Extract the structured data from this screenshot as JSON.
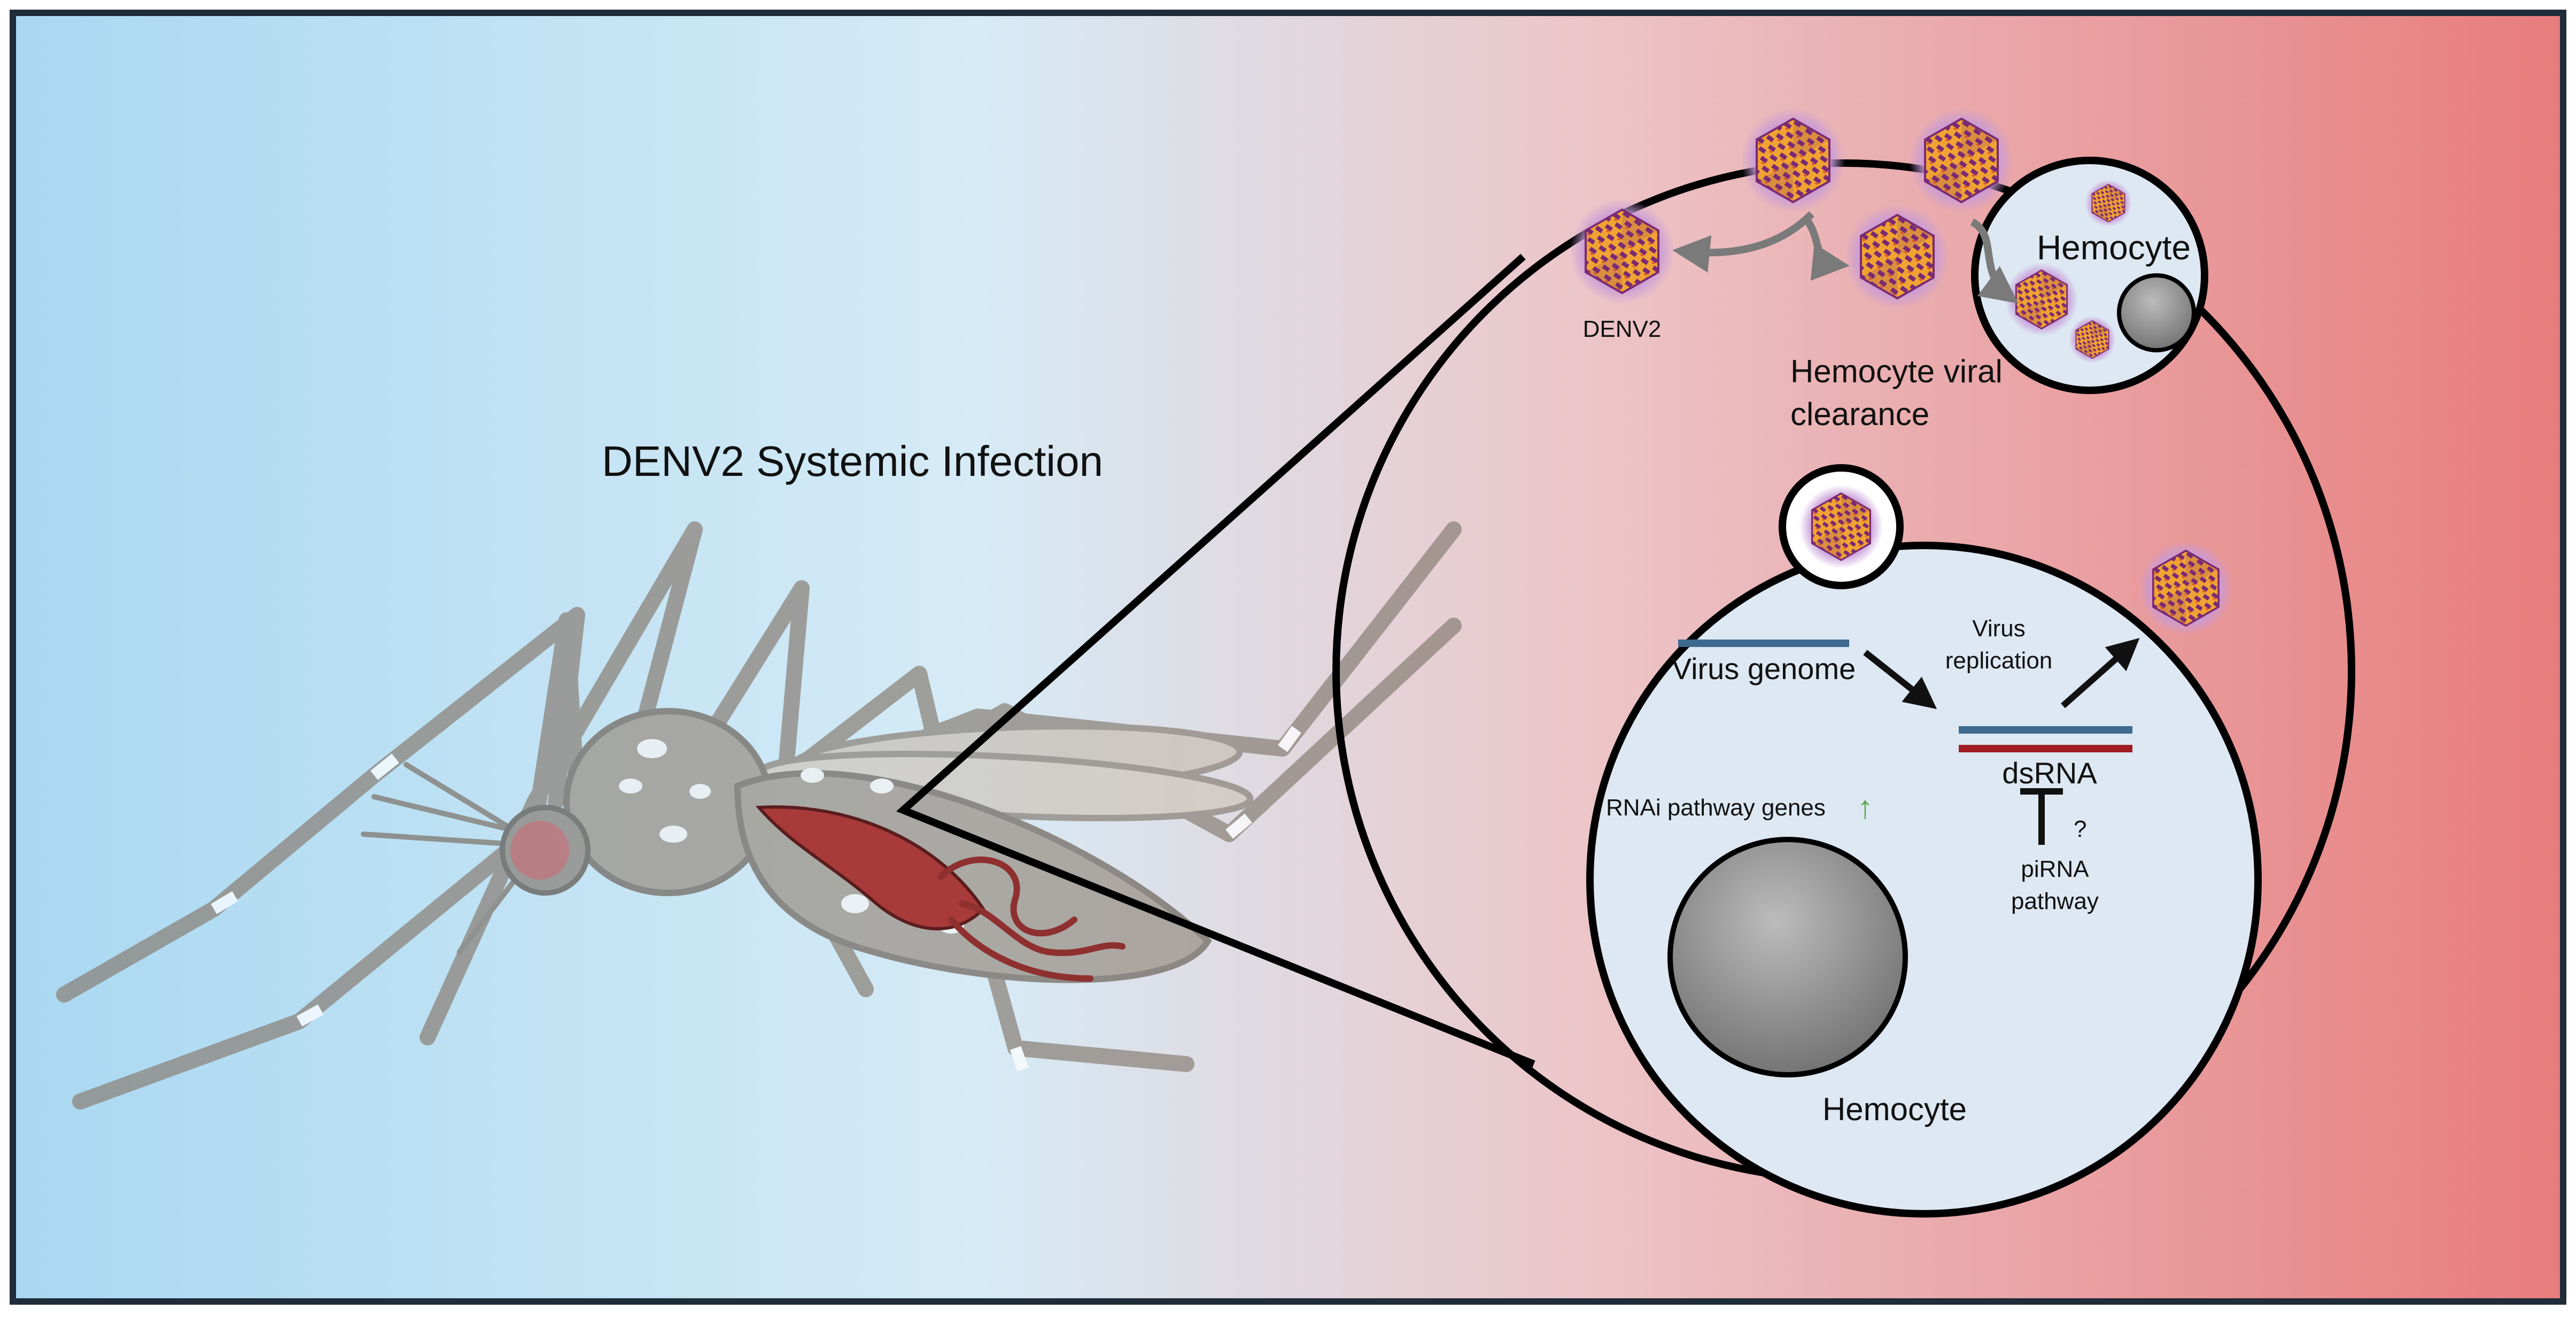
{
  "figure": {
    "title": "DENV2 Systemic Infection",
    "virus_label": "DENV2",
    "hemocyte_small_label": "Hemocyte",
    "clearance_label_line1": "Hemocyte viral",
    "clearance_label_line2": "clearance",
    "genome_label": "Virus genome",
    "replication_label_line1": "Virus",
    "replication_label_line2": "replication",
    "dsrna_label": "dsRNA",
    "rnai_label": "RNAi pathway genes",
    "rnai_arrow": "↑",
    "question_mark": "?",
    "pirna_label_line1": "piRNA",
    "pirna_label_line2": "pathway",
    "hemocyte_large_label": "Hemocyte"
  },
  "colors": {
    "background_left": "#a9d8f1",
    "background_mid": "#d6ebf6",
    "background_right": "#e77c7c",
    "frame": "#1f2c3a",
    "virus_orange": "#f0a332",
    "virus_purple": "#7a2a73",
    "virus_glow": "#c79ad8",
    "hemocyte_fill": "#dde8f3",
    "nucleus": "#808080",
    "genome_blue": "#3d6a8e",
    "genome_red": "#a11c22",
    "up_arrow_green": "#5aa84a",
    "mosquito_body": "#9a9085",
    "mosquito_gut": "#a83a3a"
  },
  "icons": {
    "virus": "denv2-virion-icon",
    "mosquito": "aedes-mosquito-illustration"
  }
}
